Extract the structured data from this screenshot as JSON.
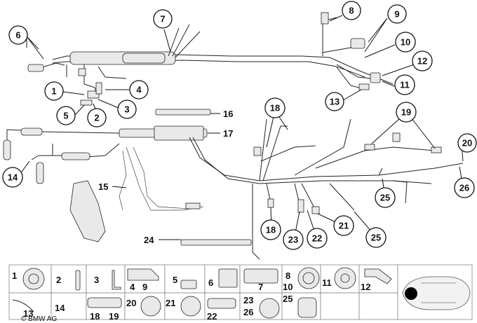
{
  "callouts": {
    "c1": "1",
    "c2": "2",
    "c3": "3",
    "c4": "4",
    "c5": "5",
    "c6": "6",
    "c7": "7",
    "c8": "8",
    "c9": "9",
    "c10": "10",
    "c11": "11",
    "c12": "12",
    "c13": "13",
    "c14": "14",
    "c18a": "18",
    "c18b": "18",
    "c19": "19",
    "c20": "20",
    "c21": "21",
    "c22": "22",
    "c23": "23",
    "c25a": "25",
    "c25b": "25",
    "c26": "26"
  },
  "plain_labels": {
    "p15": "15",
    "p16": "16",
    "p17": "17",
    "p24": "24"
  },
  "legend": {
    "row1": [
      "1",
      "2",
      "3",
      "4",
      "9",
      "5",
      "6",
      "7",
      "8",
      "10",
      "11",
      "12"
    ],
    "row2": [
      "13",
      "14",
      "18",
      "19",
      "20",
      "21",
      "22",
      "23",
      "26",
      "25"
    ]
  },
  "copyright": "© BMW AG"
}
